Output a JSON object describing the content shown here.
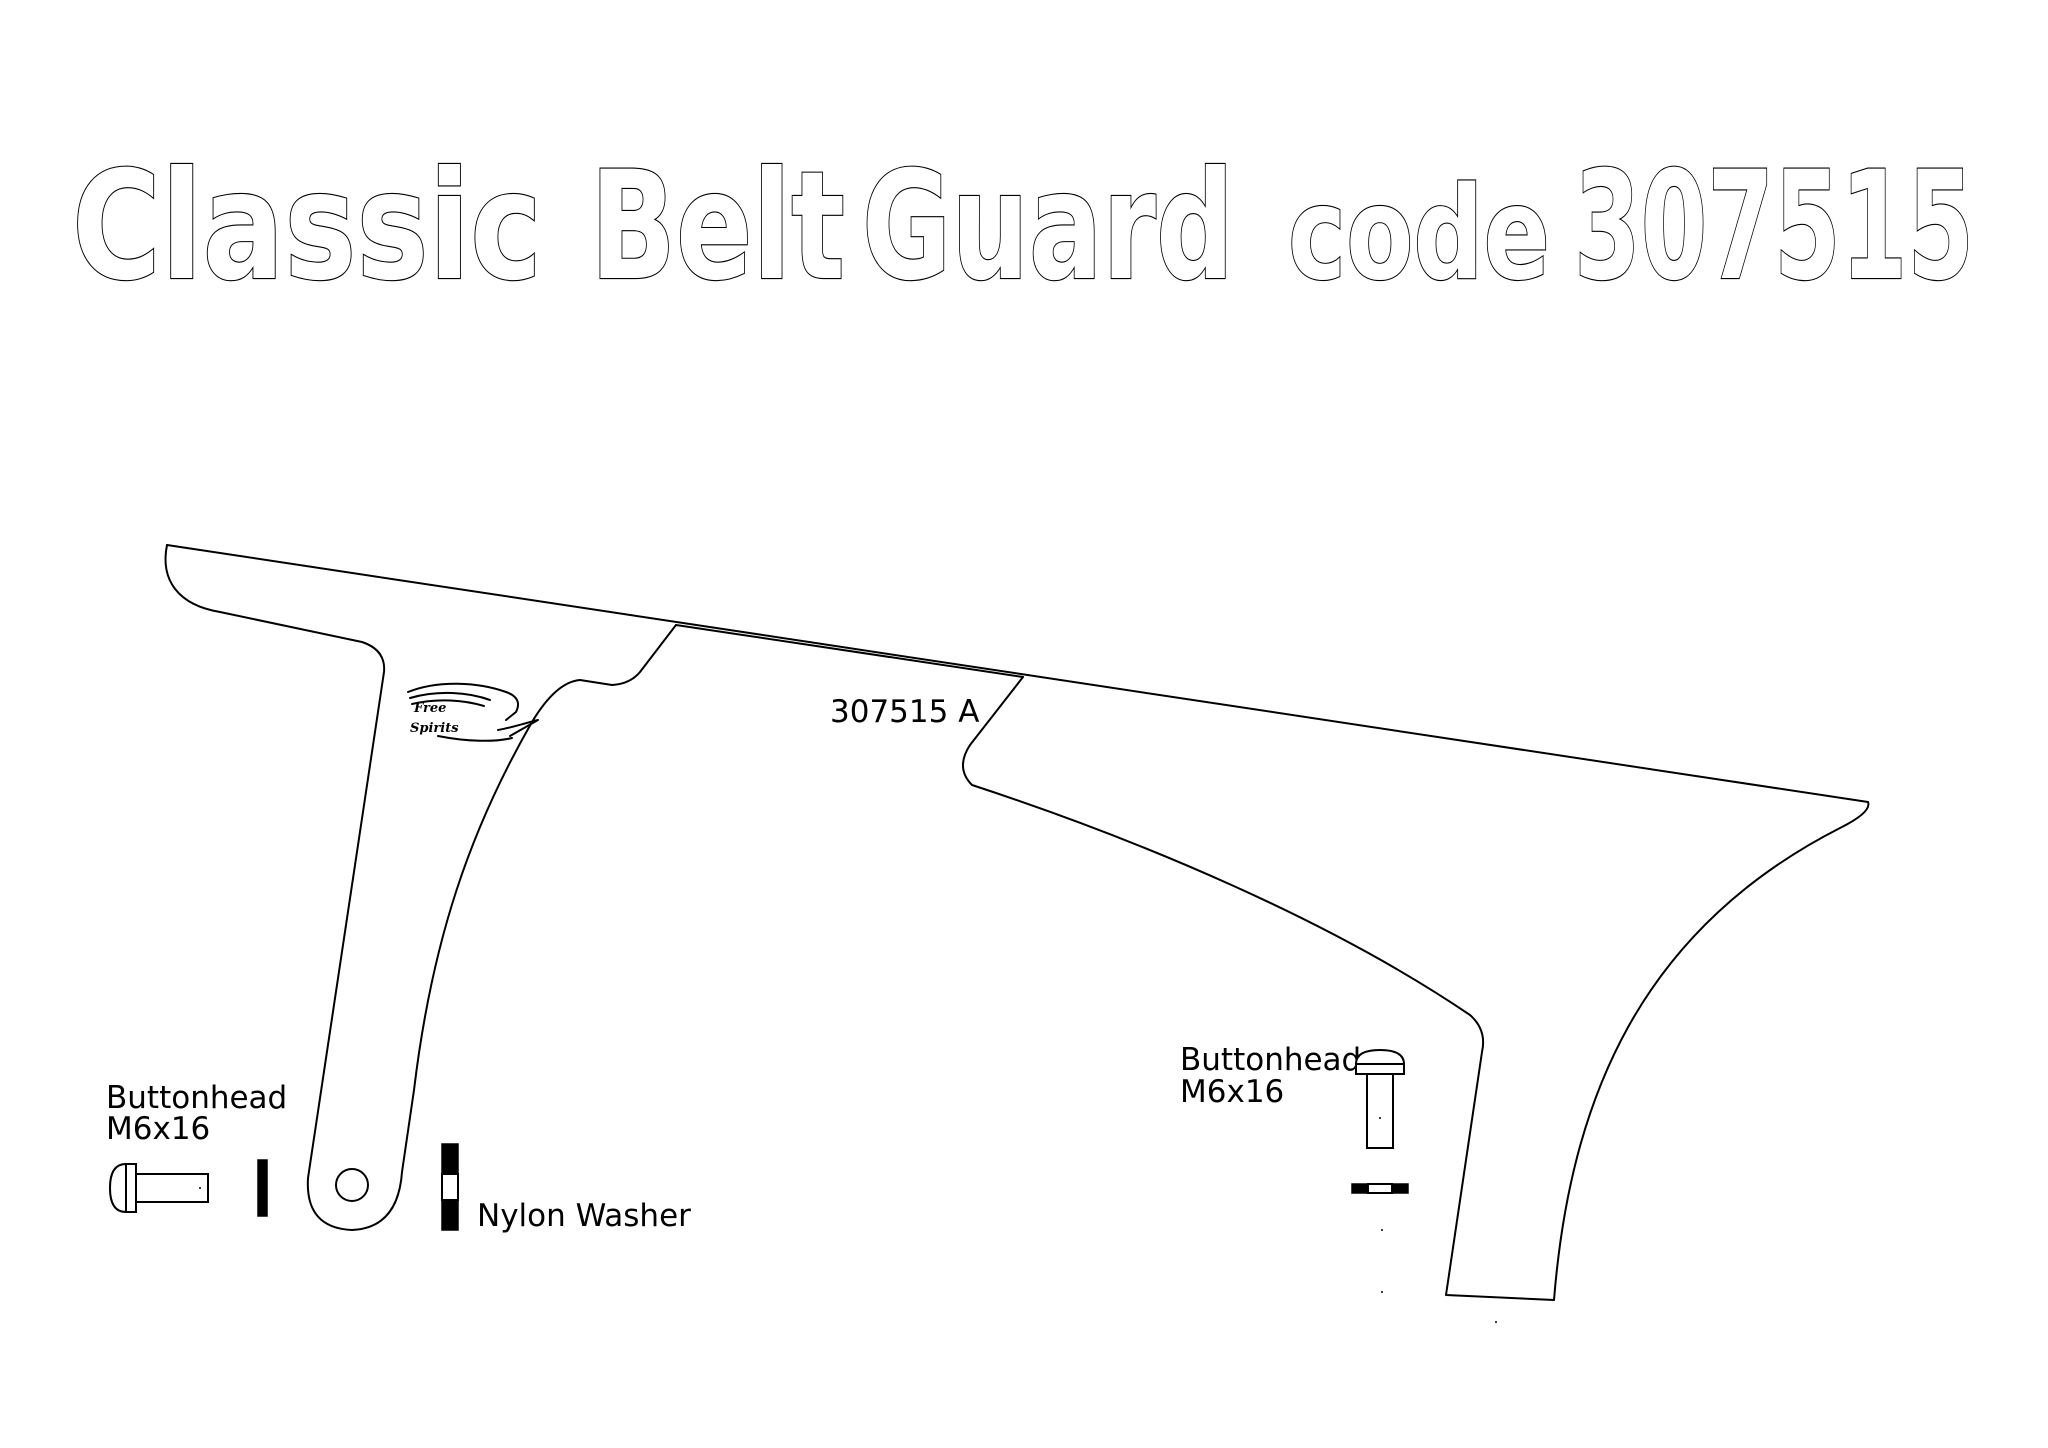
{
  "title": {
    "word1": "Classic",
    "word2": "Belt",
    "word3": "Guard",
    "code_label": "code",
    "code_value": "307515"
  },
  "guard": {
    "part_label": "307515 A",
    "logo_line1": "Free",
    "logo_line2": "Spirits"
  },
  "hardware_left": {
    "bolt_line1": "Buttonhead",
    "bolt_line2": "M6x16",
    "washer_label": "Nylon Washer"
  },
  "hardware_right": {
    "bolt_line1": "Buttonhead",
    "bolt_line2": "M6x16"
  },
  "colors": {
    "line": "#000000",
    "background": "#ffffff"
  }
}
